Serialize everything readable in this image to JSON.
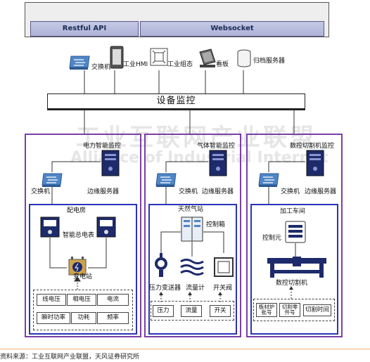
{
  "api": {
    "restful": "Restful API",
    "websocket": "Websocket"
  },
  "top_devices": {
    "switch": "交换机",
    "hmi": "工业HMI",
    "config": "工业组态",
    "dashboard": "看板",
    "archive": "归档服务器"
  },
  "bus": {
    "label": "设备监控"
  },
  "watermark": {
    "cn": "工业互联网产业联盟",
    "en": "Alliance of Industrial Internet"
  },
  "panels": [
    {
      "title": "电力智能监控",
      "switch": "交换机",
      "server": "边缘服务器",
      "site": "配电房",
      "meter": "智能总电表",
      "station": "变电站",
      "metrics": [
        "线电压",
        "相电压",
        "电流",
        "瞬时功率",
        "功耗",
        "频率"
      ]
    },
    {
      "title": "气体智能监控",
      "switch": "交换机",
      "server": "边缘服务器",
      "site": "天然气站",
      "cabinet": "控制箱",
      "sensors": [
        "压力变送器",
        "流量计",
        "开关阀"
      ],
      "metrics": [
        "压力",
        "流量",
        "开关"
      ]
    },
    {
      "title": "数控切割机监控",
      "switch": "交换机",
      "server": "边缘服务器",
      "site": "加工车间",
      "controller": "控制元",
      "machine": "数控切割机",
      "metrics": [
        "板材炉批号",
        "切割零件号",
        "切割时间"
      ]
    }
  ],
  "footer": "资料来源：工业互联网产业联盟，天风证券研究所"
}
